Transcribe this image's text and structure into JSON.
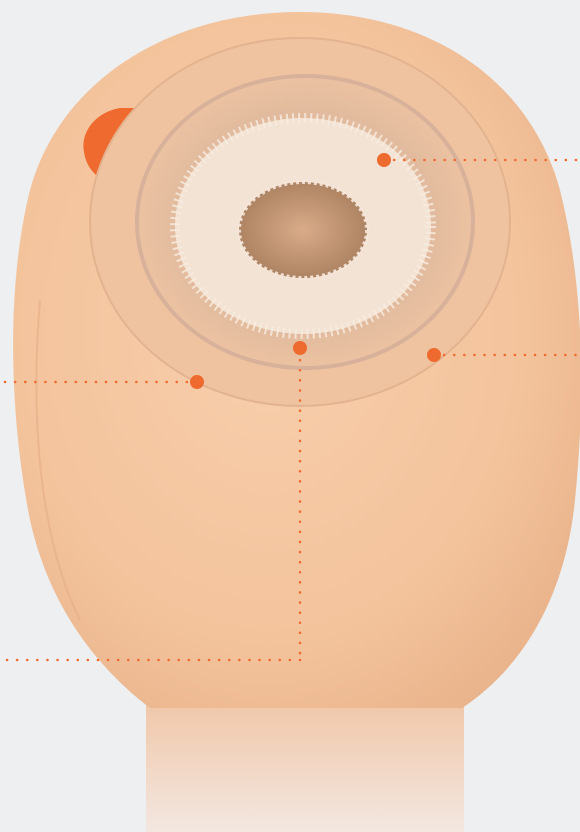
{
  "product": {
    "icon": "ostomy-pouch-illustration",
    "colors": {
      "background": "#eeeff1",
      "pouch": "#f4c7a0",
      "flange": "#e8b793",
      "barrier_ring": "#f3e2d2",
      "accent": "#ef6a2e"
    }
  },
  "callouts": [
    {
      "id": "barrier-ring",
      "dot_color": "#ef6a2e"
    },
    {
      "id": "flange-edge-right",
      "dot_color": "#ef6a2e"
    },
    {
      "id": "flange-edge-left",
      "dot_color": "#ef6a2e"
    },
    {
      "id": "pouch-body",
      "dot_color": "#ef6a2e"
    }
  ]
}
